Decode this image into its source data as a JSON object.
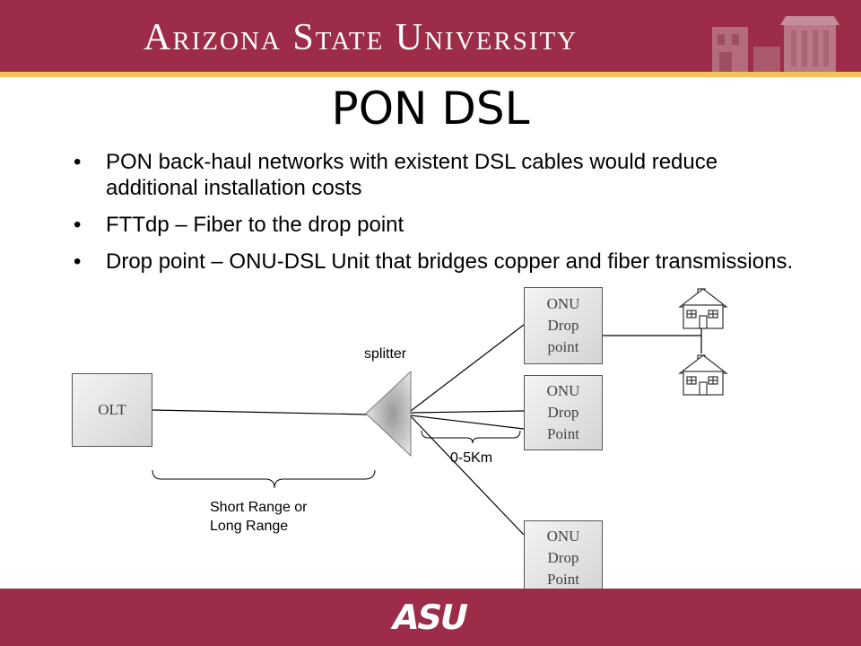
{
  "header": {
    "university_name": "Arizona State University",
    "primary_color": "#9c2c47",
    "accent_color": "#f3c25a"
  },
  "slide": {
    "title": "PON DSL",
    "bullets": [
      "PON back-haul networks with existent DSL cables would reduce additional installation costs",
      "FTTdp – Fiber to the drop point",
      "Drop point – ONU-DSL Unit that bridges copper and fiber transmissions."
    ]
  },
  "diagram": {
    "olt_label": "OLT",
    "splitter_label": "splitter",
    "onu_labels": [
      "ONU\nDrop\npoint",
      "ONU\nDrop\nPoint",
      "ONU\nDrop\nPoint"
    ],
    "range_label": "Short Range or\nLong Range",
    "distance_label": "0-5Km",
    "house_icons": [
      "house-icon",
      "house-icon"
    ]
  },
  "footer": {
    "logo_text": "ASU"
  }
}
